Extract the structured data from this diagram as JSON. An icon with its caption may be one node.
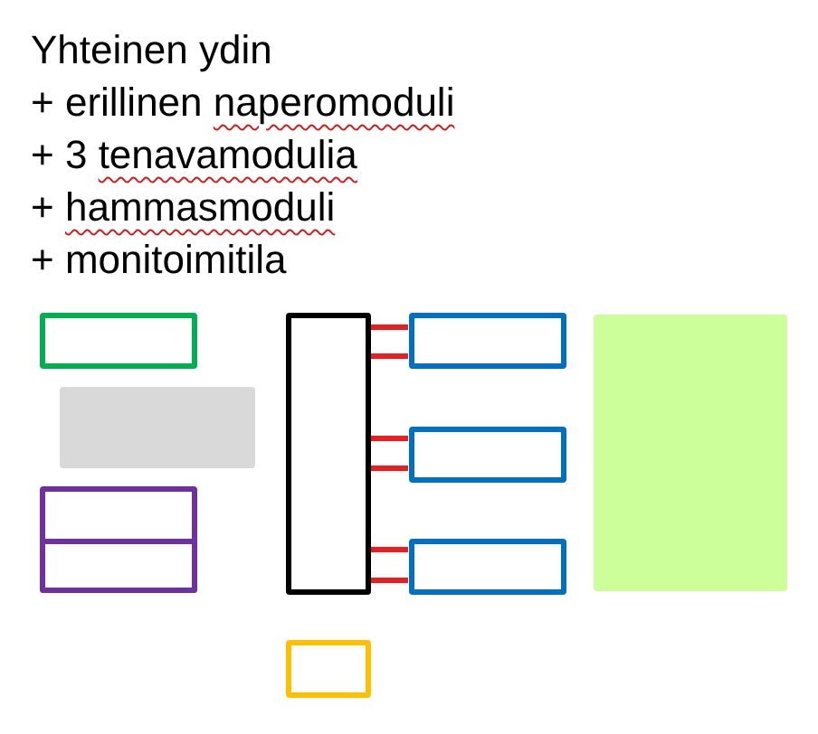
{
  "diagram": {
    "nodes": [
      {
        "text": [],
        "shape": "box"
      },
      {
        "text": [],
        "shape": "box"
      },
      {
        "text": [],
        "shape": "box"
      },
      {
        "text": [],
        "shape": "box"
      },
      {
        "text": [],
        "shape": "box"
      },
      {
        "text": [],
        "shape": "box"
      },
      {
        "text": [],
        "shape": "box"
      },
      {
        "text": [],
        "shape": "box"
      },
      {
        "text": [],
        "shape": "box"
      },
      {
        "text": [],
        "shape": "box"
      }
    ],
    "edges": [
      {
        "from": 4,
        "to": 6,
        "arrow": "none"
      },
      {
        "from": 4,
        "to": 6,
        "arrow": "none"
      },
      {
        "from": 4,
        "to": 7,
        "arrow": "none"
      },
      {
        "from": 4,
        "to": 7,
        "arrow": "none"
      },
      {
        "from": 4,
        "to": 8,
        "arrow": "none"
      },
      {
        "from": 4,
        "to": 8,
        "arrow": "none"
      }
    ],
    "labels": [
      "Yhteinen ydin",
      "+ erillinen naperomoduli",
      "+ 3 tenavamodulia",
      "+ hammasmoduli",
      "+ monitoimitila"
    ]
  }
}
